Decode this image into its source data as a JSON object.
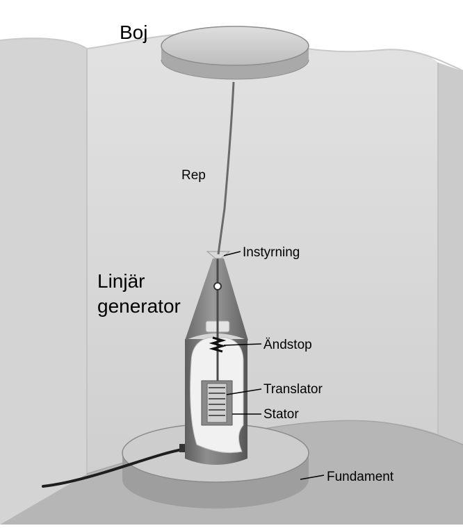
{
  "labels": {
    "buoy": "Boj",
    "rope": "Rep",
    "guide": "Instyrning",
    "generator_line1": "Linjär",
    "generator_line2": "generator",
    "end_stop": "Ändstop",
    "translator": "Translator",
    "stator": "Stator",
    "foundation": "Fundament"
  },
  "colors": {
    "sea_wall_light": "#dcdcdc",
    "sea_wall_dark": "#c6c6c6",
    "sea_floor": "#b4b4b4",
    "housing": "#7b7b7b",
    "foundation": "#c8c8c8",
    "cable": "#222222"
  }
}
